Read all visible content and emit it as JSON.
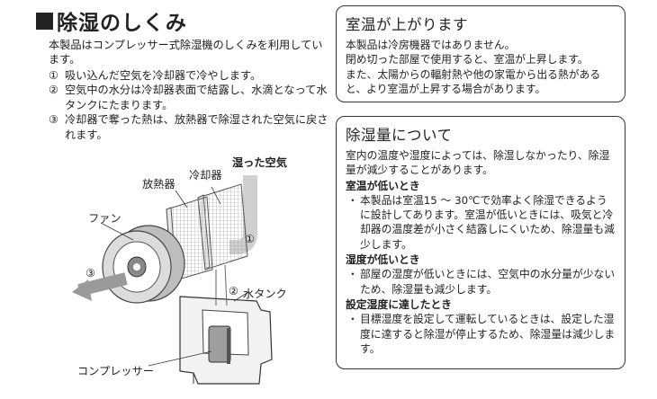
{
  "left": {
    "title": "除湿のしくみ",
    "intro": "本製品はコンプレッサー式除湿機のしくみを利用しています。",
    "steps": [
      {
        "num": "①",
        "text": "吸い込んだ空気を冷却器で冷やします。"
      },
      {
        "num": "②",
        "text": "空気中の水分は冷却器表面で結露し、水滴となって水タンクにたまります。"
      },
      {
        "num": "③",
        "text": "冷却器で奪った熱は、放熱器で除湿された空気に戻されます。"
      }
    ],
    "diagram": {
      "humid_air": "湿った空気",
      "cooler": "冷却器",
      "radiator": "放熱器",
      "fan": "ファン",
      "circle1": "①",
      "circle2": "②",
      "circle3": "③",
      "tank": "水タンク",
      "compressor": "コンプレッサー"
    }
  },
  "box1": {
    "title": "室温が上がります",
    "lines": [
      "本製品は冷房機器ではありません。",
      "閉め切った部屋で使用すると、室温が上昇します。",
      "また、太陽からの輻射熱や他の家電から出る熱があると、より室温が上昇する場合があります。"
    ]
  },
  "box2": {
    "title": "除湿量について",
    "intro": "室内の温度や湿度によっては、除湿しなかったり、除湿量が減少することがあります。",
    "sections": [
      {
        "heading": "室温が低いとき",
        "text": "本製品は室温15 ～ 30℃で効率よく除湿できるように設計してあります。室温が低いときには、吸気と冷却器の温度差が小さく結露しにくいため、除湿量も減少します。"
      },
      {
        "heading": "湿度が低いとき",
        "text": "部屋の湿度が低いときには、空気中の水分量が少ないため、除湿量も減少します。"
      },
      {
        "heading": "設定湿度に達したとき",
        "text": "目標湿度を設定して運転しているときは、設定した湿度に達すると除湿が停止するため、除湿量は減少します。"
      }
    ]
  },
  "bullet": "・"
}
